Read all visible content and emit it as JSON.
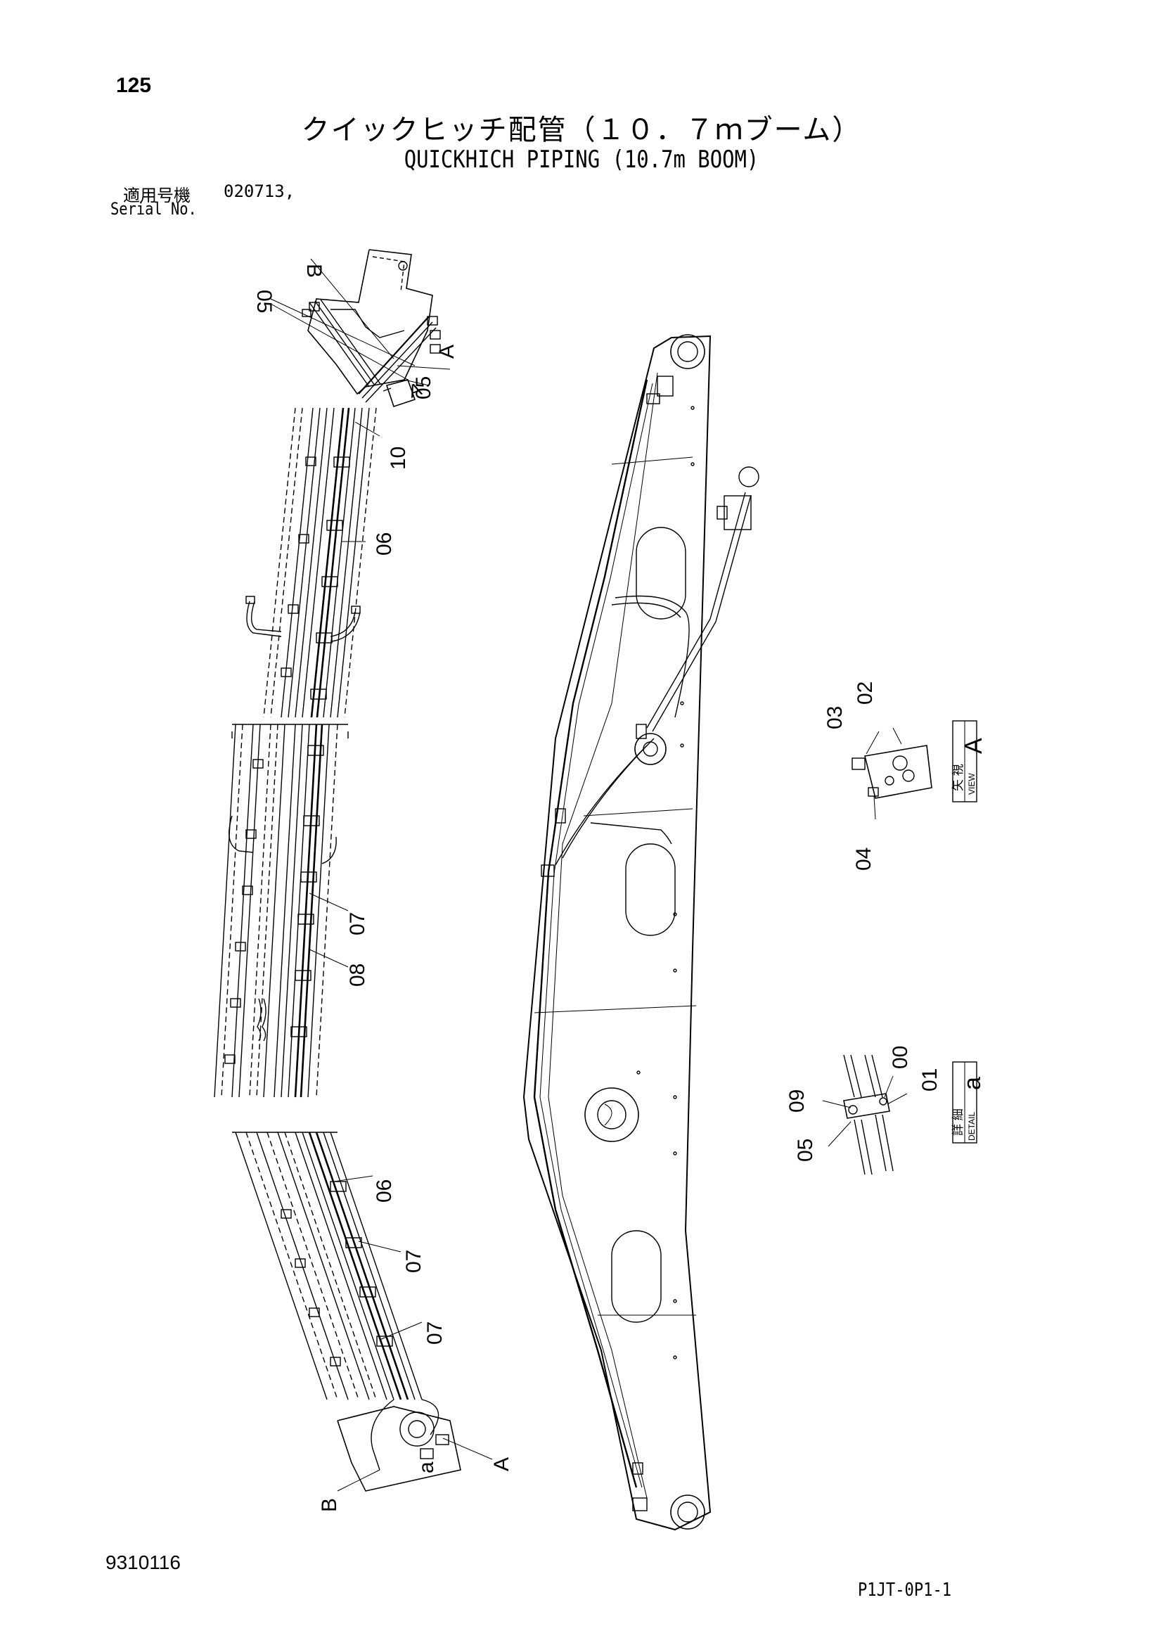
{
  "header": {
    "page_number": "125",
    "title_jp": "クイックヒッチ配管（１０．７ｍブーム）",
    "title_en": "QUICKHICH PIPING (10.7m BOOM)"
  },
  "serial": {
    "label_jp": "適用号機",
    "value": "020713,",
    "label_en": "Serial No."
  },
  "callouts": {
    "top": {
      "b": "B",
      "n05a": "05",
      "a": "A",
      "n05b": "05",
      "n10": "10",
      "n06": "06"
    },
    "middle": {
      "n07": "07",
      "n08": "08"
    },
    "bottom": {
      "n06": "06",
      "n07a": "07",
      "n07b": "07",
      "a": "A",
      "a_lower": "a",
      "b": "B"
    },
    "view_a": {
      "n03": "03",
      "n02": "02",
      "n04": "04",
      "marker": "A"
    },
    "detail_a": {
      "n09": "09",
      "n00": "00",
      "n01": "01",
      "n05": "05",
      "marker": "a"
    }
  },
  "view_label": {
    "jp": "矢 視",
    "en": "VIEW",
    "letter": "A"
  },
  "detail_label": {
    "jp": "詳 細",
    "en": "DETAIL",
    "letter": "a"
  },
  "footer": {
    "doc_code": "9310116",
    "part_code": "P1JT-0P1-1"
  }
}
